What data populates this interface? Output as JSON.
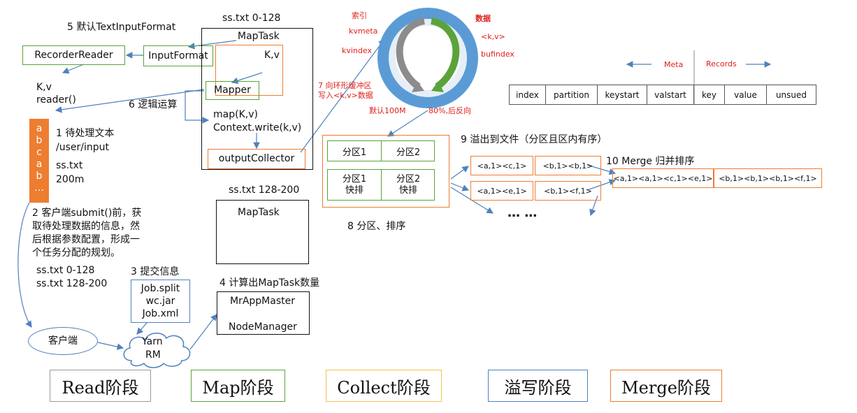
{
  "title_top": "ss.txt 0-128",
  "step5": "5 默认TextInputFormat",
  "recorder_reader": "RecorderReader",
  "input_format": "InputFormat",
  "maptask_top": "MapTask",
  "kv": "K,v",
  "mapper": "Mapper",
  "kv_reader_line1": "K,v",
  "kv_reader_line2": "reader()",
  "step6": "6 逻辑运算",
  "map_code_line1": "map(K,v)",
  "map_code_line2": "Context.write(k,v)",
  "output_collector": "outputCollector",
  "step1_line1": "1 待处理文本",
  "step1_line2": "/user/input",
  "step1_line3": "ss.txt",
  "step1_line4": "200m",
  "file_chars": [
    "a",
    "b",
    "c",
    "a",
    "b",
    "…"
  ],
  "step2_lines": [
    "2 客户端submit()前，获",
    "取待处理数据的信息，然",
    "后根据参数配置，形成一",
    "个任务分配的规划。"
  ],
  "split_line1": "ss.txt  0-128",
  "split_line2": "ss.txt  128-200",
  "step3": "3 提交信息",
  "submit_files": [
    "Job.split",
    "wc.jar",
    "Job.xml"
  ],
  "client": "客户端",
  "yarn_line1": "Yarn",
  "yarn_line2": "RM",
  "ss_txt_2": "ss.txt 128-200",
  "maptask_2": "MapTask",
  "step4": "4 计算出MapTask数量",
  "mrappmaster": "MrAppMaster",
  "nodemanager": "NodeManager",
  "ring": {
    "index_label": "索引",
    "kvmeta": "kvmeta",
    "kvindex": "kvindex",
    "data_label": "数据",
    "kv": "<k,v>",
    "bufindex": "bufindex",
    "step7_line1": "7 向环形缓冲区",
    "step7_line2": "写入<k,v>数据",
    "default_size": "默认100M",
    "spill_percent": "80%,后反向"
  },
  "partition1": "分区1",
  "partition2": "分区2",
  "partition1_sorted_line1": "分区1",
  "partition1_sorted_line2": "快排",
  "partition2_sorted_line1": "分区2",
  "partition2_sorted_line2": "快排",
  "step8": "8 分区、排序",
  "step9": "9 溢出到文件（分区且区内有序）",
  "spill_a1": "<a,1><c,1>",
  "spill_b1": "<b,1><b,1>",
  "spill_a2": "<a,1><e,1>",
  "spill_b2": "<b,1><f,1>",
  "ellipsis": "… …",
  "step10": "10 Merge 归并排序",
  "merge_a": "<a,1><a,1><c,1><e,1>",
  "merge_b": "<b,1><b,1><b,1><f,1>",
  "meta_label": "Meta",
  "records_label": "Records",
  "buffer_cells": [
    "index",
    "partition",
    "keystart",
    "valstart",
    "key",
    "value",
    "unsued"
  ],
  "legend": [
    "Read阶段",
    "Map阶段",
    "Collect阶段",
    "溢写阶段",
    "Merge阶段"
  ],
  "colors": {
    "green": "#5aa33a",
    "orange": "#ed7d31",
    "blue": "#4f81bd",
    "gray": "#9a9a9a",
    "red": "#e0201b"
  }
}
